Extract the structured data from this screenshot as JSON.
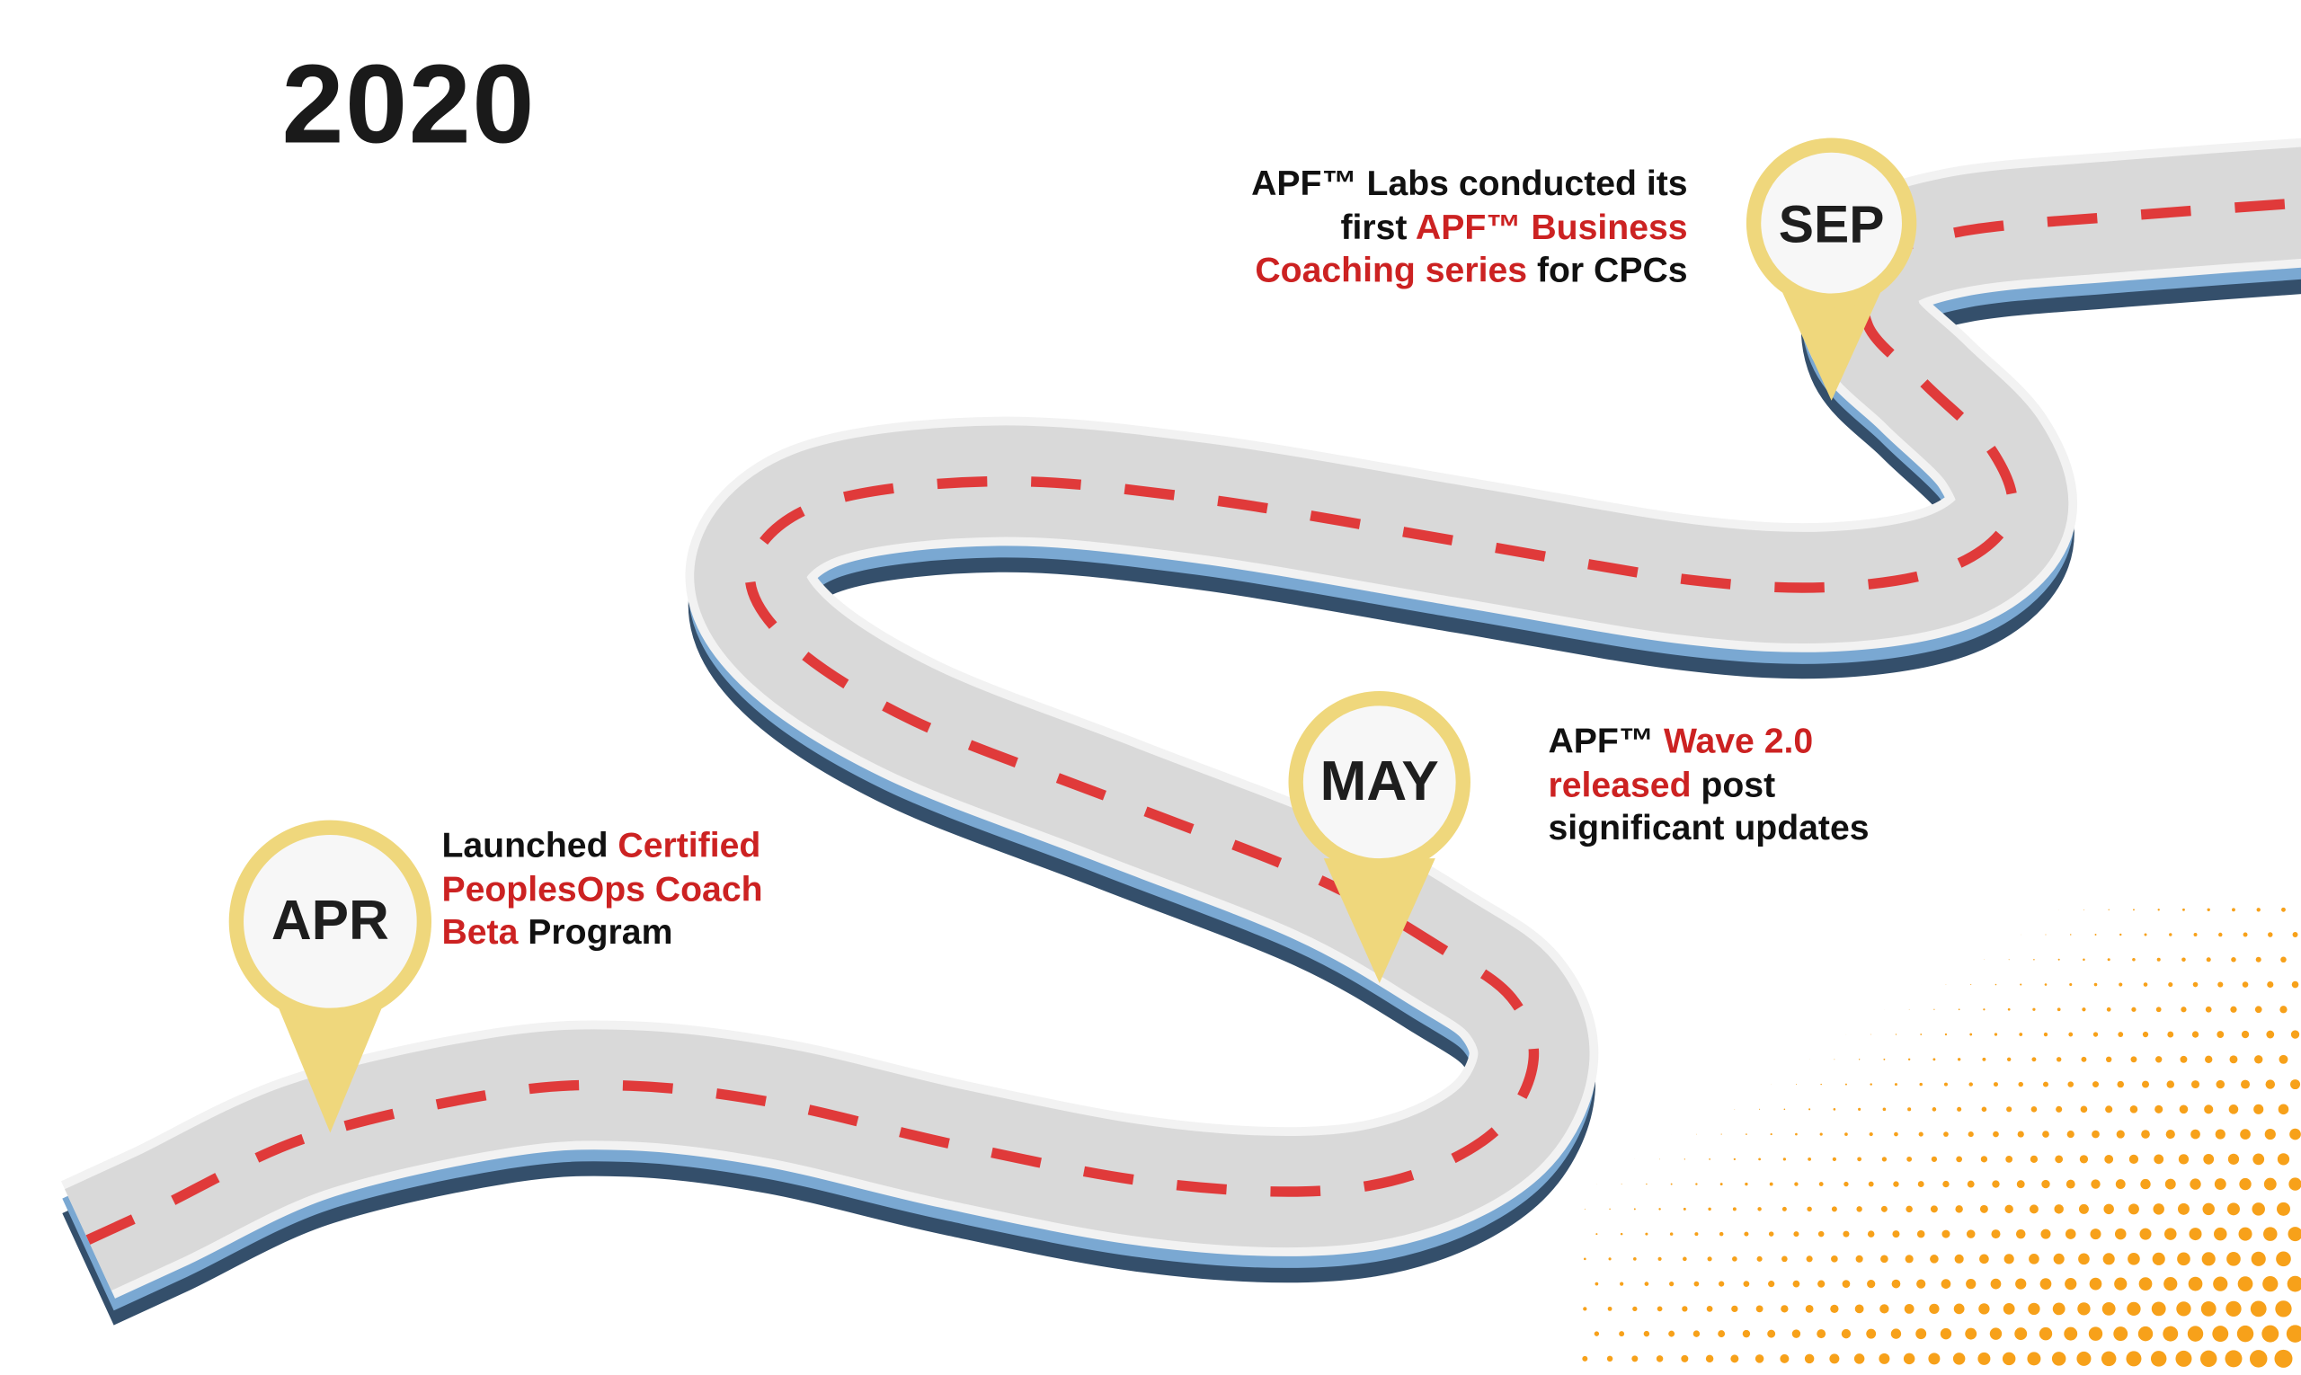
{
  "year": "2020",
  "milestones": [
    {
      "month": "APR",
      "text": [
        {
          "t": "Launched ",
          "highlight": false
        },
        {
          "t": "Certified PeoplesOps Coach Beta",
          "highlight": true
        },
        {
          "t": " Program",
          "highlight": false
        }
      ]
    },
    {
      "month": "MAY",
      "text": [
        {
          "t": "APF™ ",
          "highlight": false
        },
        {
          "t": "Wave 2.0 released",
          "highlight": true
        },
        {
          "t": " post significant updates",
          "highlight": false
        }
      ]
    },
    {
      "month": "SEP",
      "text": [
        {
          "t": "APF™ Labs conducted its first ",
          "highlight": false
        },
        {
          "t": "APF™ Business Coaching series",
          "highlight": true
        },
        {
          "t": " for CPCs",
          "highlight": false
        }
      ]
    }
  ],
  "colors": {
    "road": "#d9d9d9",
    "dash": "#e03a3a",
    "shadow": "#344f6b",
    "side": "#7aa8d2",
    "pin": "#efd77c",
    "highlight": "#cc2222",
    "dots": "#f7a11a"
  }
}
